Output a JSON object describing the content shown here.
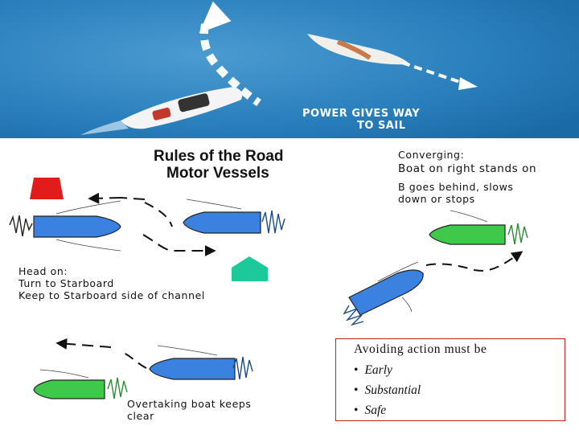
{
  "banner": {
    "text_line1": "POWER GIVES WAY",
    "text_line2": "TO SAIL",
    "colors": {
      "sky": "#1f74b0",
      "sky_light": "#5aa3d1",
      "trail": "#ffffff"
    }
  },
  "diagram": {
    "title_line1": "Rules of the Road",
    "title_line2": "Motor Vessels",
    "head_on": {
      "heading": "Head on:",
      "line1": "Turn to Starboard",
      "line2": "Keep to Starboard side of channel"
    },
    "overtaking": {
      "line1": "Overtaking boat keeps",
      "line2": "clear"
    },
    "converging": {
      "heading": "Converging:",
      "line1": "Boat on right stands on",
      "line2": "B goes behind, slows",
      "line3": "down or stops"
    },
    "avoiding": {
      "heading": "Avoiding action must be",
      "bullets": [
        "Early",
        "Substantial",
        "Safe"
      ],
      "bullet_symbol": "•"
    },
    "colors": {
      "boat_blue": "#3b82e0",
      "boat_green": "#3ec94a",
      "port_marker": "#e21b1b",
      "starboard_marker": "#1cc99a",
      "box_border": "#cc2222"
    },
    "icons": [
      "port-marker-icon",
      "starboard-marker-icon",
      "boat-icon",
      "wake-icon",
      "arrow-icon"
    ]
  }
}
